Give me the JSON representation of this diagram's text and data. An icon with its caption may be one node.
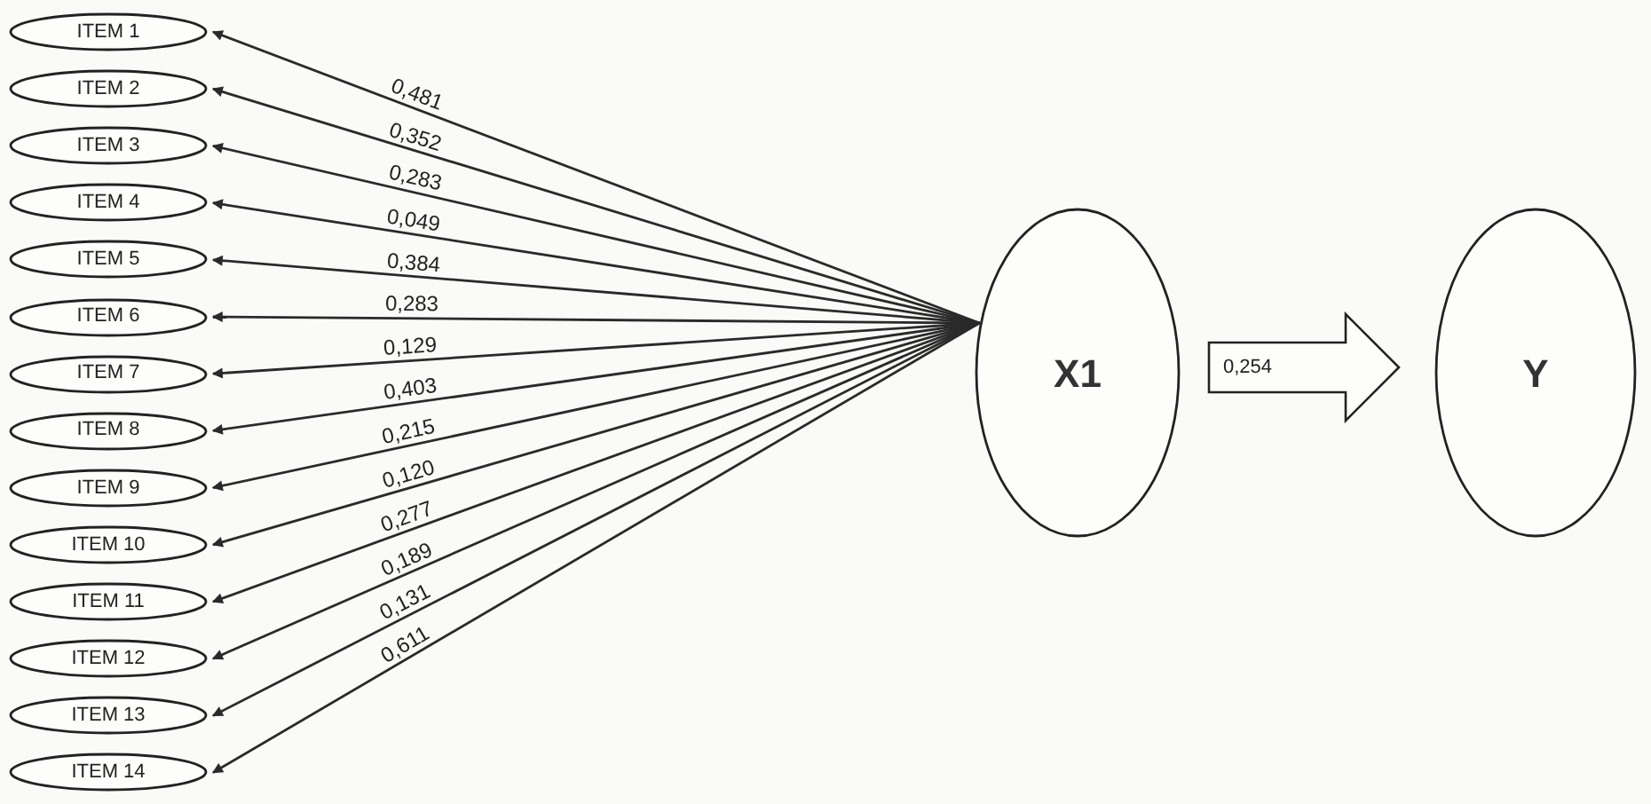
{
  "diagram": {
    "nodes": [
      {
        "text": [
          "ITEM 1"
        ]
      },
      {
        "text": [
          "ITEM 2"
        ]
      },
      {
        "text": [
          "ITEM 3"
        ]
      },
      {
        "text": [
          "ITEM 4"
        ]
      },
      {
        "text": [
          "ITEM 5"
        ]
      },
      {
        "text": [
          "ITEM 6"
        ]
      },
      {
        "text": [
          "ITEM 7"
        ]
      },
      {
        "text": [
          "ITEM 8"
        ]
      },
      {
        "text": [
          "ITEM 9"
        ]
      },
      {
        "text": [
          "ITEM 10"
        ]
      },
      {
        "text": [
          "ITEM 11"
        ]
      },
      {
        "text": [
          "ITEM 12"
        ]
      },
      {
        "text": [
          "ITEM 13"
        ]
      },
      {
        "text": [
          "ITEM 14"
        ]
      },
      {
        "text": [
          "X1"
        ]
      },
      {
        "text": [
          "Y"
        ]
      }
    ],
    "edges": [
      {
        "from": 14,
        "to": 0,
        "arrow": "to",
        "label": "0,481"
      },
      {
        "from": 14,
        "to": 1,
        "arrow": "to",
        "label": "0,352"
      },
      {
        "from": 14,
        "to": 2,
        "arrow": "to",
        "label": "0,283"
      },
      {
        "from": 14,
        "to": 3,
        "arrow": "to",
        "label": "0,049"
      },
      {
        "from": 14,
        "to": 4,
        "arrow": "to",
        "label": "0,384"
      },
      {
        "from": 14,
        "to": 5,
        "arrow": "to",
        "label": "0,283"
      },
      {
        "from": 14,
        "to": 6,
        "arrow": "to",
        "label": "0,129"
      },
      {
        "from": 14,
        "to": 7,
        "arrow": "to",
        "label": "0,403"
      },
      {
        "from": 14,
        "to": 8,
        "arrow": "to",
        "label": "0,215"
      },
      {
        "from": 14,
        "to": 9,
        "arrow": "to",
        "label": "0,120"
      },
      {
        "from": 14,
        "to": 10,
        "arrow": "to",
        "label": "0,277"
      },
      {
        "from": 14,
        "to": 11,
        "arrow": "to",
        "label": "0,189"
      },
      {
        "from": 14,
        "to": 12,
        "arrow": "to",
        "label": "0,131"
      },
      {
        "from": 14,
        "to": 13,
        "arrow": "to",
        "label": "0,611"
      },
      {
        "from": 14,
        "to": 15,
        "arrow": "to",
        "label": "0,254",
        "style": "thick"
      }
    ]
  }
}
